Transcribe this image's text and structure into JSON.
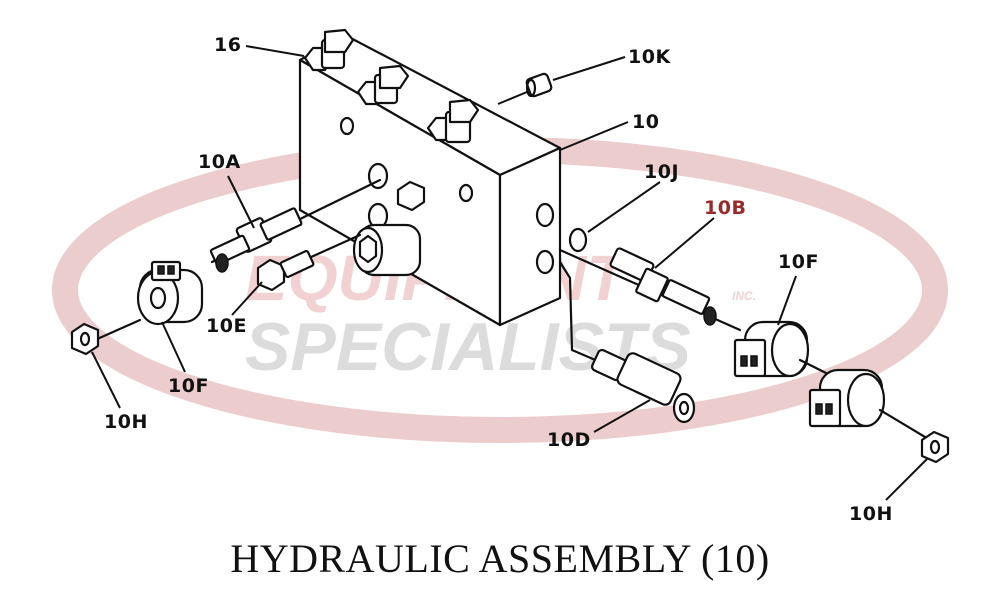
{
  "watermark": {
    "line1": "EQUIPMENT",
    "line2": "SPECIALISTS",
    "suffix": "INC.",
    "ring_color": "#e9c4c4",
    "line1_color": "#efc9c9",
    "line2_color": "#d7d7d7"
  },
  "callouts": [
    {
      "id": "16",
      "label": "16"
    },
    {
      "id": "10K",
      "label": "10K"
    },
    {
      "id": "10",
      "label": "10"
    },
    {
      "id": "10A",
      "label": "10A"
    },
    {
      "id": "10J",
      "label": "10J"
    },
    {
      "id": "10B",
      "label": "10B"
    },
    {
      "id": "10F-right",
      "label": "10F"
    },
    {
      "id": "10E",
      "label": "10E"
    },
    {
      "id": "10F-left",
      "label": "10F"
    },
    {
      "id": "10H-left",
      "label": "10H"
    },
    {
      "id": "10D",
      "label": "10D"
    },
    {
      "id": "10H-right",
      "label": "10H"
    }
  ],
  "caption": "HYDRAULIC ASSEMBLY (10)"
}
